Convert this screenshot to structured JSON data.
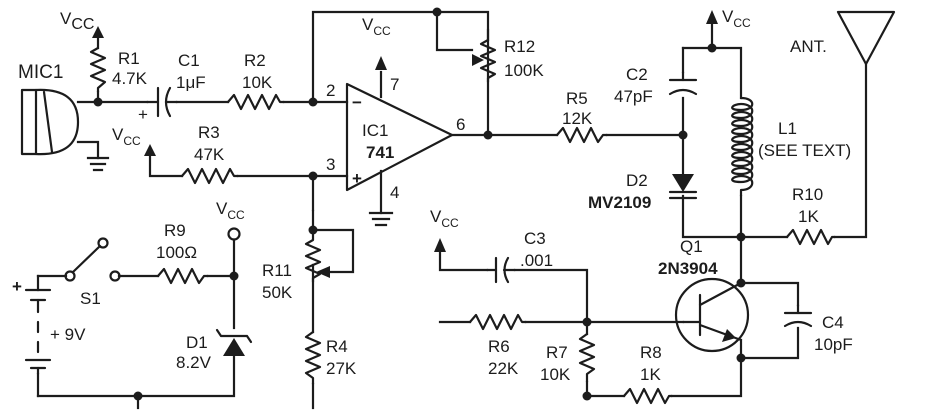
{
  "supply": {
    "vcc": "V",
    "vcc_sub": "CC"
  },
  "components": {
    "mic1": "MIC1",
    "r1": {
      "ref": "R1",
      "value": "4.7K"
    },
    "c1": {
      "ref": "C1",
      "value": "1μF",
      "polarity": "+"
    },
    "r2": {
      "ref": "R2",
      "value": "10K"
    },
    "r3": {
      "ref": "R3",
      "value": "47K"
    },
    "r12": {
      "ref": "R12",
      "value": "100K"
    },
    "ic1": {
      "ref": "IC1",
      "value": "741",
      "pin2": "2",
      "pin3": "3",
      "pin4": "4",
      "pin6": "6",
      "pin7": "7",
      "inv": "−",
      "noninv": "+"
    },
    "r5": {
      "ref": "R5",
      "value": "12K"
    },
    "c2": {
      "ref": "C2",
      "value": "47pF"
    },
    "d2": {
      "ref": "D2",
      "value": "MV2109"
    },
    "l1": {
      "ref": "L1",
      "value": "(SEE TEXT)"
    },
    "ant": "ANT.",
    "r10": {
      "ref": "R10",
      "value": "1K"
    },
    "r9": {
      "ref": "R9",
      "value": "100Ω"
    },
    "s1": "S1",
    "battery": {
      "plus": "+",
      "minus": "−",
      "value": "+ 9V"
    },
    "d1": {
      "ref": "D1",
      "value": "8.2V"
    },
    "r11": {
      "ref": "R11",
      "value": "50K"
    },
    "r4": {
      "ref": "R4",
      "value": "27K"
    },
    "c3": {
      "ref": "C3",
      "value": ".001"
    },
    "q1": {
      "ref": "Q1",
      "value": "2N3904"
    },
    "c4": {
      "ref": "C4",
      "value": "10pF"
    },
    "r6": {
      "ref": "R6",
      "value": "22K"
    },
    "r7": {
      "ref": "R7",
      "value": "10K"
    },
    "r8": {
      "ref": "R8",
      "value": "1K"
    }
  }
}
